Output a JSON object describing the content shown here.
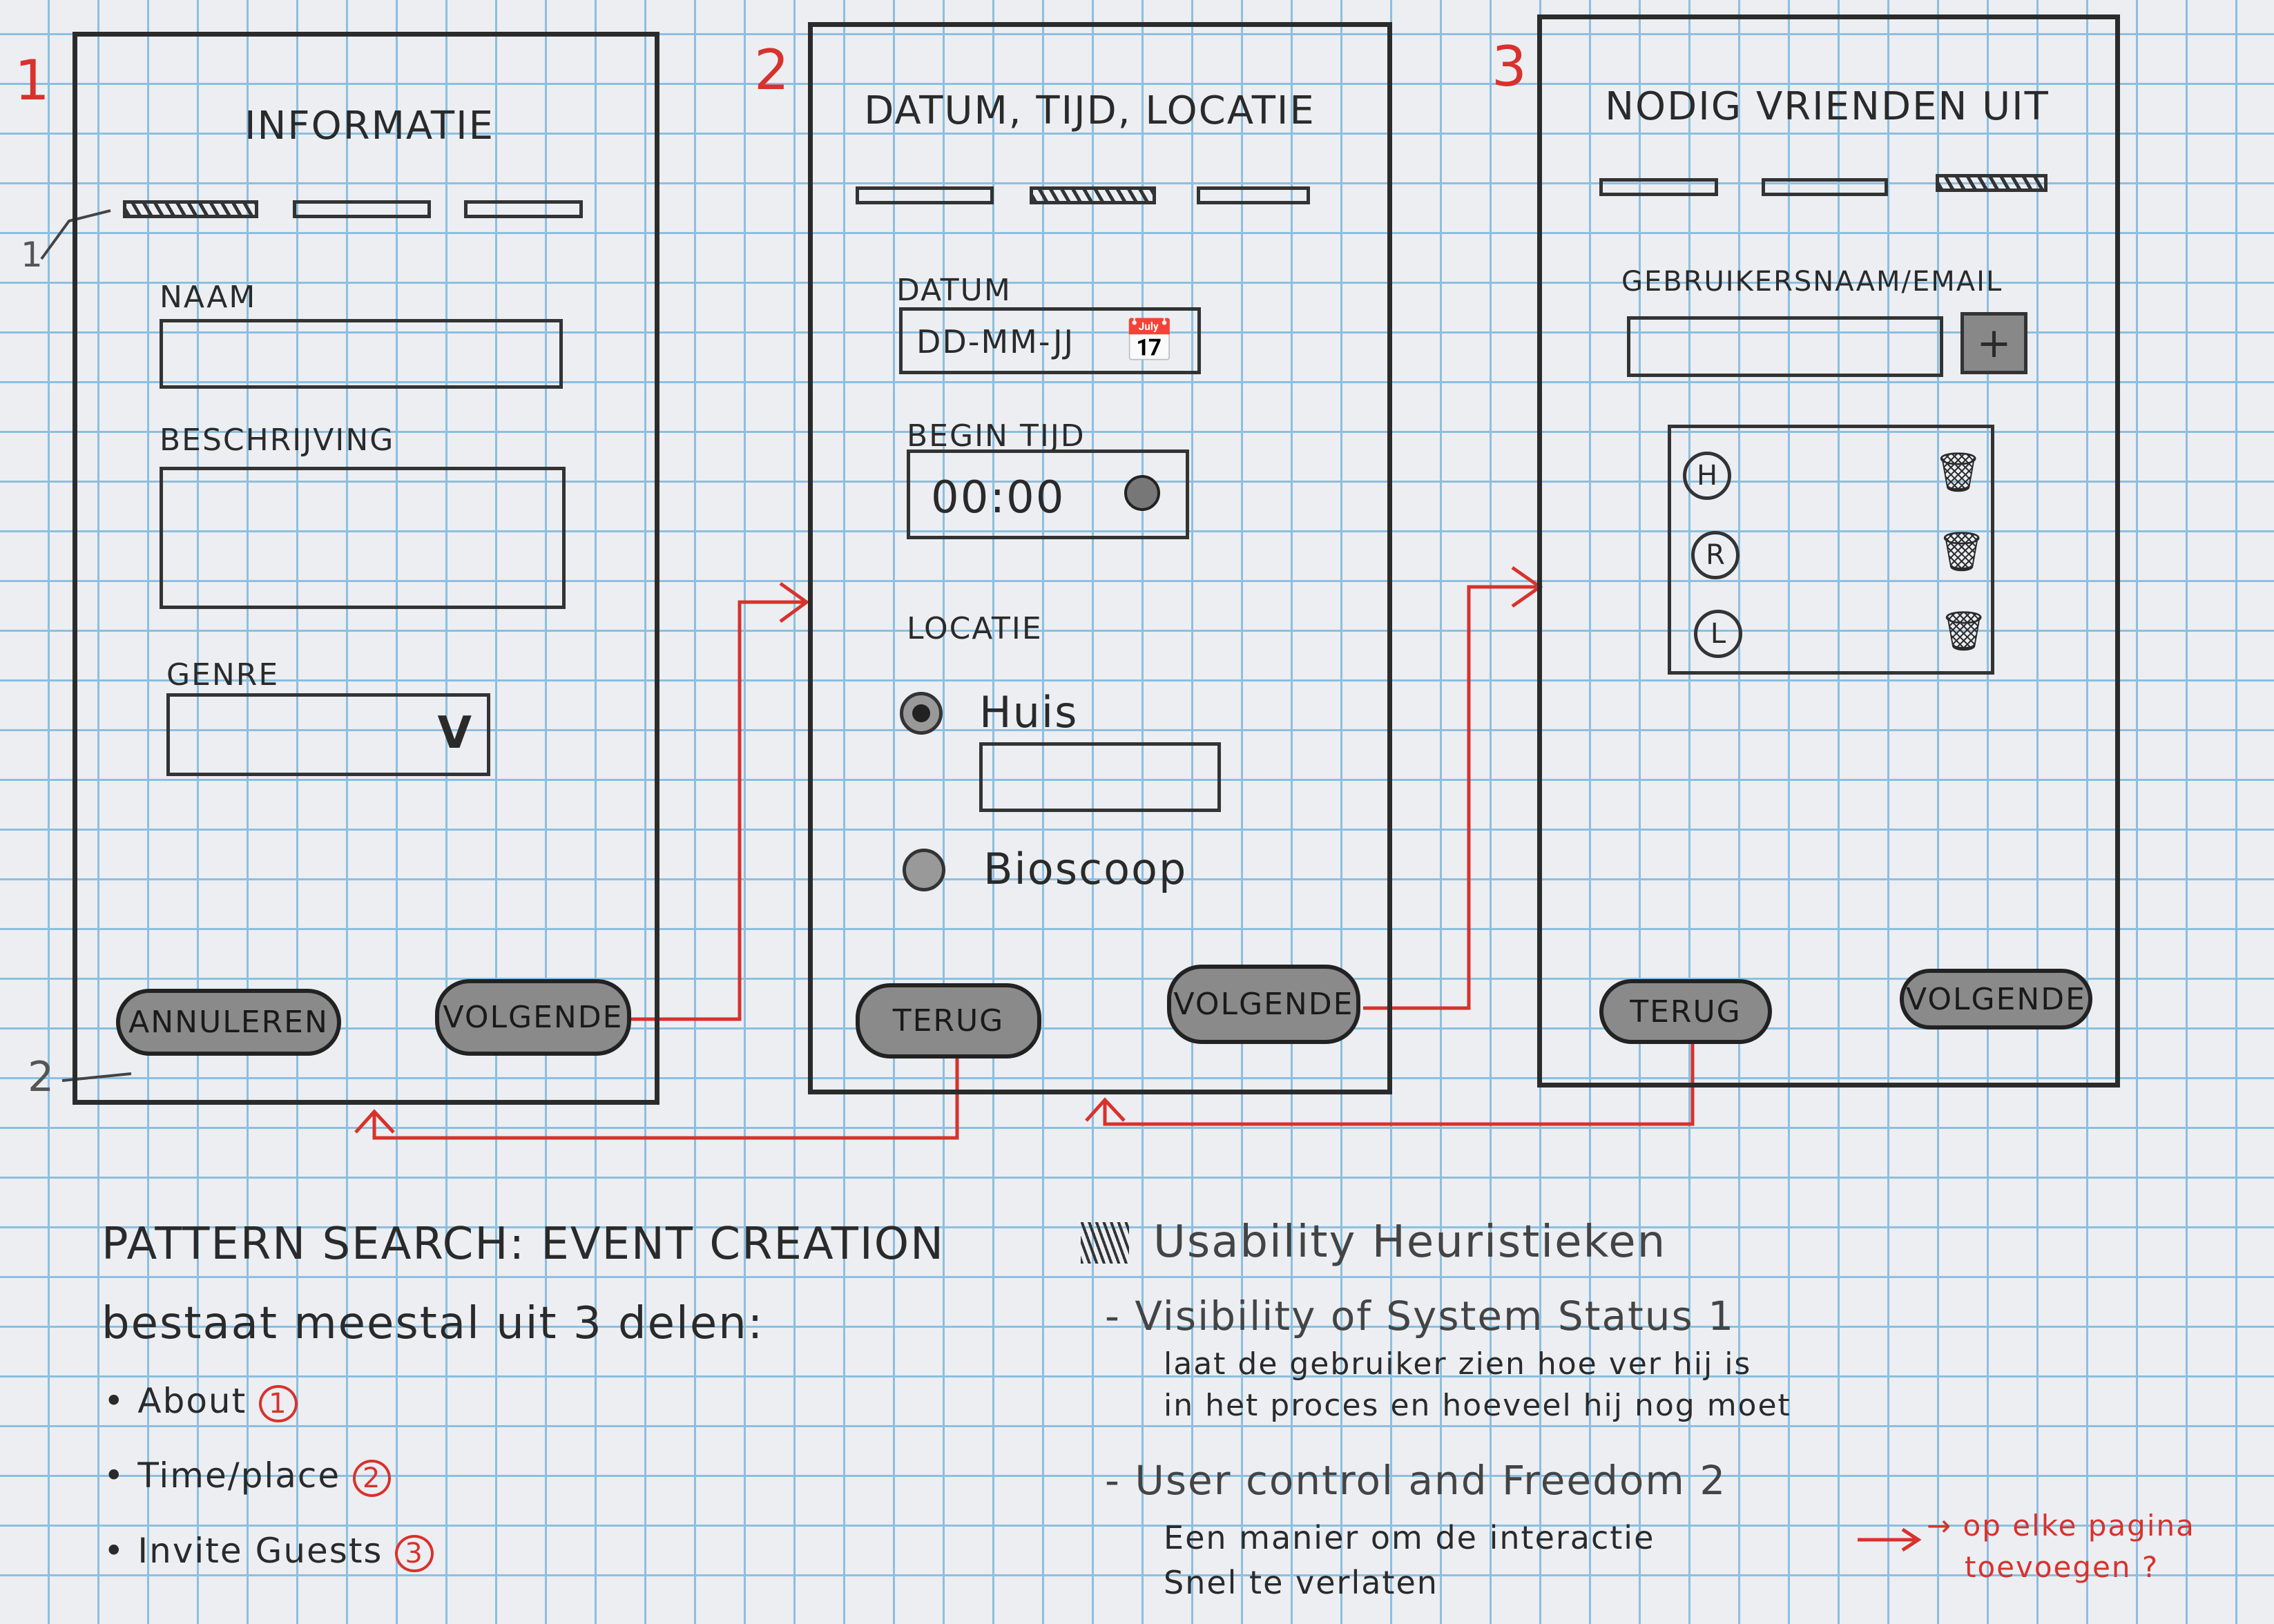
{
  "colors": {
    "ink": "#2a2a2a",
    "annotation": "#d8322d",
    "grid": "#8cbfe0",
    "button": "#8a8a8a"
  },
  "screens": [
    {
      "number": "1",
      "title": "INFORMATIE",
      "progress_step": 1,
      "progress_total": 3,
      "callout_1": "1",
      "callout_2": "2",
      "fields": {
        "naam": "NAAM",
        "beschrijving": "BESCHRIJVING",
        "genre": "GENRE",
        "genre_chevron": "V"
      },
      "buttons": {
        "cancel": "ANNULEREN",
        "next": "VOLGENDE"
      }
    },
    {
      "number": "2",
      "title": "DATUM, TIJD, LOCATIE",
      "progress_step": 2,
      "progress_total": 3,
      "fields": {
        "datum": "DATUM",
        "datum_placeholder": "DD-MM-JJ",
        "begin_tijd": "BEGIN TIJD",
        "time_value": "00:00",
        "locatie": "LOCATIE"
      },
      "radios": [
        {
          "label": "Huis",
          "selected": true
        },
        {
          "label": "Bioscoop",
          "selected": false
        }
      ],
      "buttons": {
        "back": "TERUG",
        "next": "VOLGENDE"
      }
    },
    {
      "number": "3",
      "title": "NODIG VRIENDEN UIT",
      "progress_step": 3,
      "progress_total": 3,
      "fields": {
        "user": "GEBRUIKERSNAAM/EMAIL",
        "add": "+"
      },
      "invitees": [
        {
          "initial": "H"
        },
        {
          "initial": "R"
        },
        {
          "initial": "L"
        }
      ],
      "buttons": {
        "back": "TERUG",
        "next": "VOLGENDE"
      }
    }
  ],
  "notes_left": {
    "heading": "PATTERN SEARCH: EVENT CREATION",
    "line": "bestaat meestal uit 3 delen:",
    "bullets": [
      {
        "text": "About",
        "num": "1"
      },
      {
        "text": "Time/place",
        "num": "2"
      },
      {
        "text": "Invite Guests",
        "num": "3"
      }
    ]
  },
  "notes_right": {
    "heading": "Usability Heuristieken",
    "items": [
      {
        "title": "- Visibility of System Status 1",
        "lines": [
          "laat de gebruiker zien hoe ver hij is",
          "in het proces en hoeveel hij nog moet"
        ]
      },
      {
        "title": "- User control and Freedom 2",
        "lines": [
          "Een manier om de interactie",
          "Snel te verlaten"
        ]
      }
    ],
    "red_note": [
      "→ op elke pagina",
      "toevoegen ?"
    ]
  }
}
